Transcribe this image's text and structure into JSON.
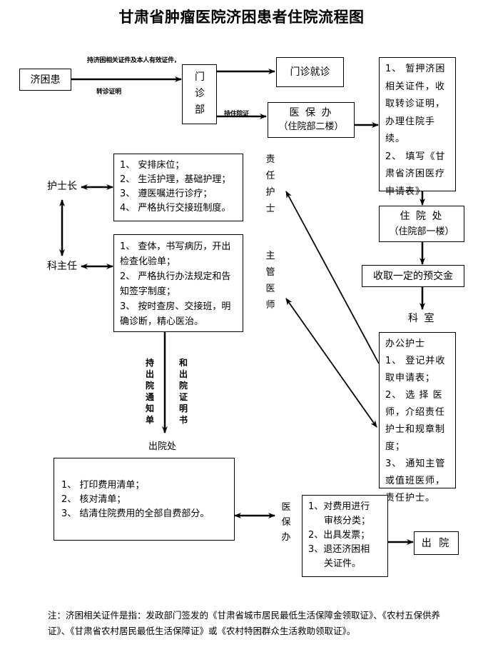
{
  "title": "甘肃省肿瘤医院济困患者住院流程图",
  "nodes": {
    "patient": "济困患",
    "outpatient_dept": "门诊部",
    "outpatient_visit": "门诊就诊",
    "insurance_office": {
      "name": "医 保 办",
      "location": "（住院部二楼）"
    },
    "admission_steps": {
      "step1": "1、 暂押济困相关证件，收取转诊证明，办理住院手续。",
      "step2": "2、 填写《甘肃省济困医疗申请表》"
    },
    "admission_office": {
      "name": "住 院 处",
      "location": "（住院部一楼）"
    },
    "deposit": "收取一定的预交金",
    "department": "科 室",
    "office_nurse": {
      "heading": "办公护士",
      "step1": "1、 登记并收取申请表；",
      "step2": "2、 选 择 医师，介绍责任护士和规章制度；",
      "step3": "3、 通知主管或值班医师，责任护士。"
    },
    "primary_nurse": "责任护士",
    "attending_physician": "主管医师",
    "head_nurse": "护士长",
    "head_nurse_tasks": [
      "1、 安排床位；",
      "2、 生活护理，基础护理；",
      "3、 遵医嘱进行诊疗；",
      "4、 严格执行交接班制度。"
    ],
    "dept_director": "科主任",
    "dept_director_tasks": {
      "t1": "1、 查体，书写病历，开出检查化验单；",
      "t2": "2、 严格执行办法规定和告知签字制度；",
      "t3": "3、 按时查房、交接班，明确诊断，精心医治。"
    },
    "discharge_office": "出院处",
    "discharge_tasks": [
      "1、 打印费用清单；",
      "2、 核对清单；",
      "3、 结清住院费用的全部自费部分。"
    ],
    "insurance_office_2": "医保办",
    "insurance_tasks": {
      "t1a": "1、对费用进行",
      "t1b": "审核分类；",
      "t2": "2、出具发票；",
      "t3a": "3、退还济困相",
      "t3b": "关证件。"
    },
    "discharge": "出 院"
  },
  "edge_labels": {
    "patient_to_outpatient_top": "持济困相关证件及本人有效证件，",
    "patient_to_outpatient_bottom": "转诊证明",
    "outpatient_to_insurance": "持住院证",
    "discharge_notice_left": "持出院通知单",
    "discharge_notice_right": "和出院证明书"
  },
  "footnote": "注：济困相关证件是指：发政部门签发的《甘肃省城市居民最低生活保障金领取证》、《农村五保供养证》、《甘肃省农村居民最低生活保障证》或《农村特困群众生活救助领取证》。"
}
